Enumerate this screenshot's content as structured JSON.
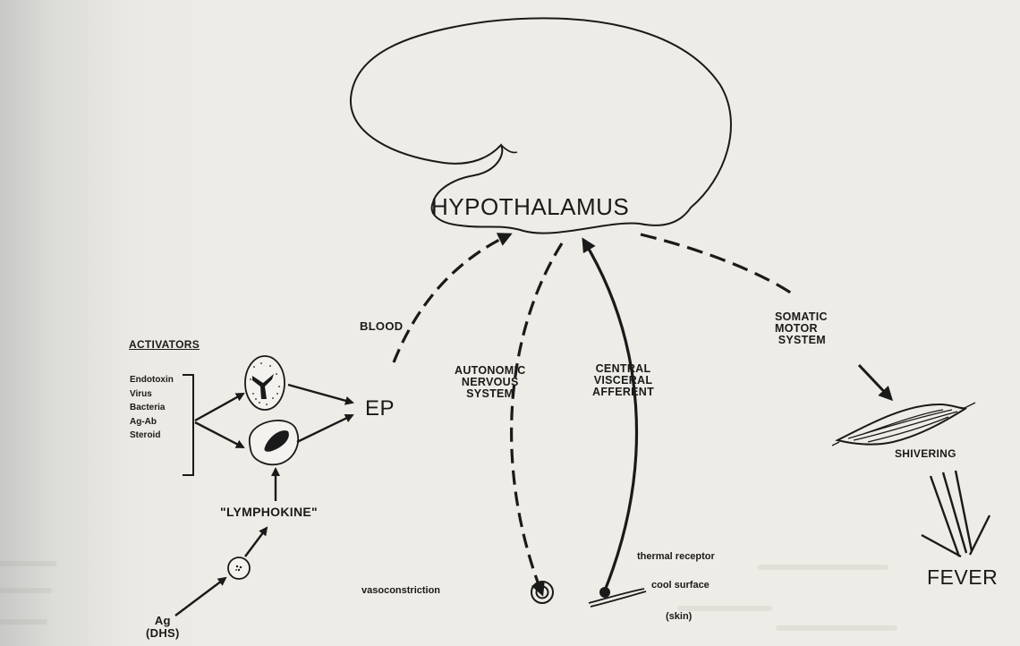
{
  "hypothalamus": "HYPOTHALAMUS",
  "blood": "BLOOD",
  "ep": "EP",
  "activators": {
    "heading": "ACTIVATORS",
    "items": [
      "Endotoxin",
      "Virus",
      "Bacteria",
      "Ag-Ab",
      "Steroid"
    ]
  },
  "lymphokine": "\"LYMPHOKINE\"",
  "antigen": {
    "line1": "Ag",
    "line2": "(DHS)"
  },
  "autonomic": "AUTONOMIC\nNERVOUS\nSYSTEM",
  "central": "CENTRAL\nVISCERAL\nAFFERENT",
  "somatic": "SOMATIC\nMOTOR\n SYSTEM",
  "shivering": "SHIVERING",
  "fever": "FEVER",
  "vasoconstriction": "vasoconstriction",
  "thermal_receptor": "thermal receptor",
  "cool_surface": "cool surface",
  "skin": "(skin)",
  "colors": {
    "ink": "#1a1a1a",
    "paper": "#eeece6"
  }
}
